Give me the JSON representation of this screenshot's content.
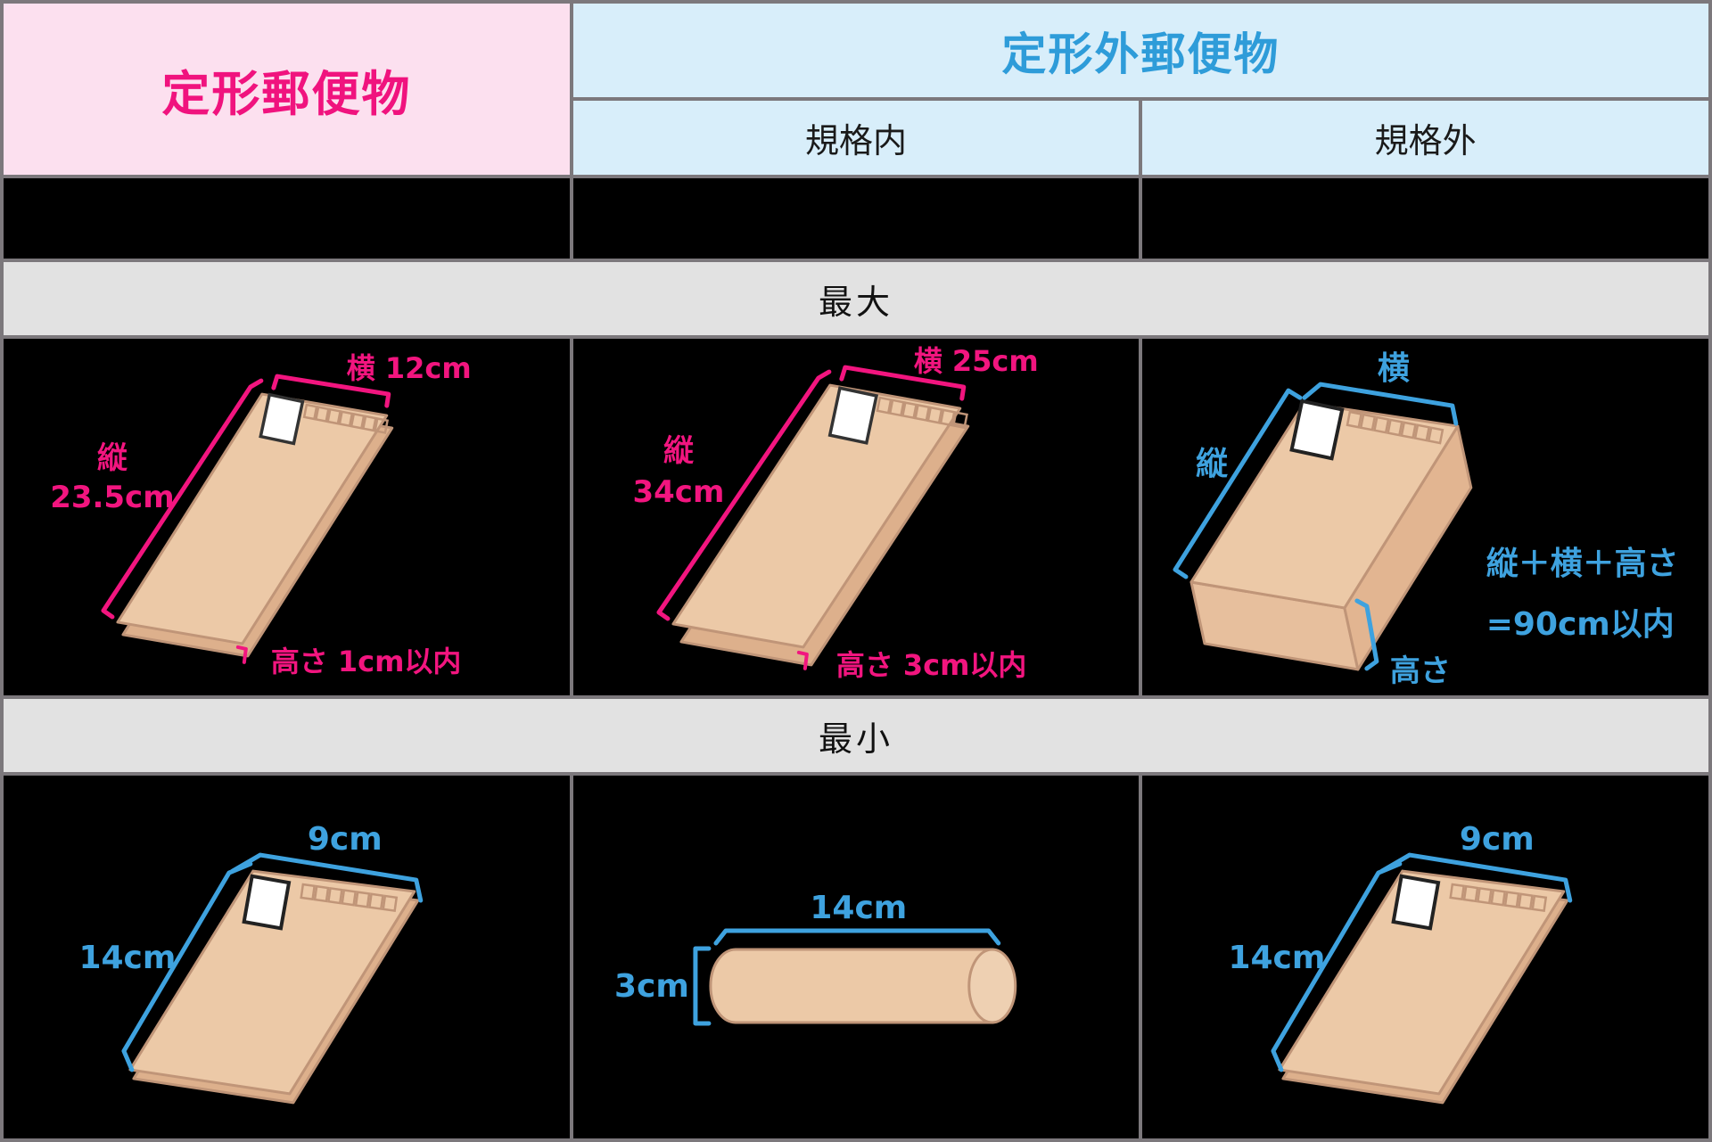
{
  "header": {
    "teikei": "定形郵便物",
    "teikeigai": "定形外郵便物",
    "kikakunai": "規格内",
    "kikakugai": "規格外"
  },
  "bands": {
    "max": "最大",
    "min": "最小"
  },
  "cells": {
    "max_teikei": {
      "width_label": "横 12cm",
      "tate_label": "縦",
      "tate_value": "23.5cm",
      "thickness_label": "高さ 1cm以内"
    },
    "max_kikakunai": {
      "width_label": "横 25cm",
      "tate_label": "縦",
      "tate_value": "34cm",
      "thickness_label": "高さ 3cm以内"
    },
    "max_kikakugai": {
      "width_label": "横",
      "tate_label": "縦",
      "thickness_label": "高さ",
      "note_line1": "縦＋横＋高さ",
      "note_line2": "=90cm以内"
    },
    "min_teikei": {
      "width_label": "9cm",
      "height_label": "14cm"
    },
    "min_kikakunai": {
      "length_label": "14cm",
      "diameter_label": "3cm"
    },
    "min_kikakugai": {
      "width_label": "9cm",
      "height_label": "14cm"
    }
  },
  "colors": {
    "accent_pink": "#F2157F",
    "accent_blue": "#3EA2DF",
    "header_pink_text": "#F0137E",
    "header_blue_text": "#2E9CD9",
    "pink_bg": "#FCE0EF",
    "blue_bg": "#D8EEFA",
    "band_gray": "#E2E2E2",
    "cell_black": "#000000",
    "border_gray": "#7C787C",
    "envelope_tan": "#ECC9A7",
    "envelope_outline": "#C09578"
  }
}
